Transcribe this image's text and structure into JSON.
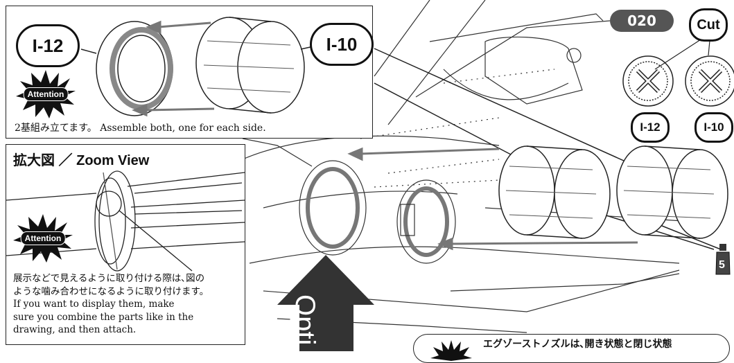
{
  "top_panel": {
    "part_left": "I-12",
    "part_right": "I-10",
    "attention": "Attention",
    "instruction": "2基組み立てます。 Assemble both, one for each side."
  },
  "zoom_panel": {
    "title": "拡大図 ／ Zoom View",
    "attention": "Attention",
    "note_jp_1": "展示などで見えるように取り付ける際は､図の",
    "note_jp_2": "ような噛み合わせになるように取り付けます。",
    "note_en_1": "If you want to display them, make",
    "note_en_2": "sure you combine the parts like in the",
    "note_en_3": "drawing, and then attach."
  },
  "step_number": "020",
  "cut_label": "Cut",
  "cut_parts": [
    "I-12",
    "I-10"
  ],
  "paint_number": "5",
  "option_label": "Opti",
  "bottom_note": "エグゾーストノズルは､開き状態と閉じ状態"
}
